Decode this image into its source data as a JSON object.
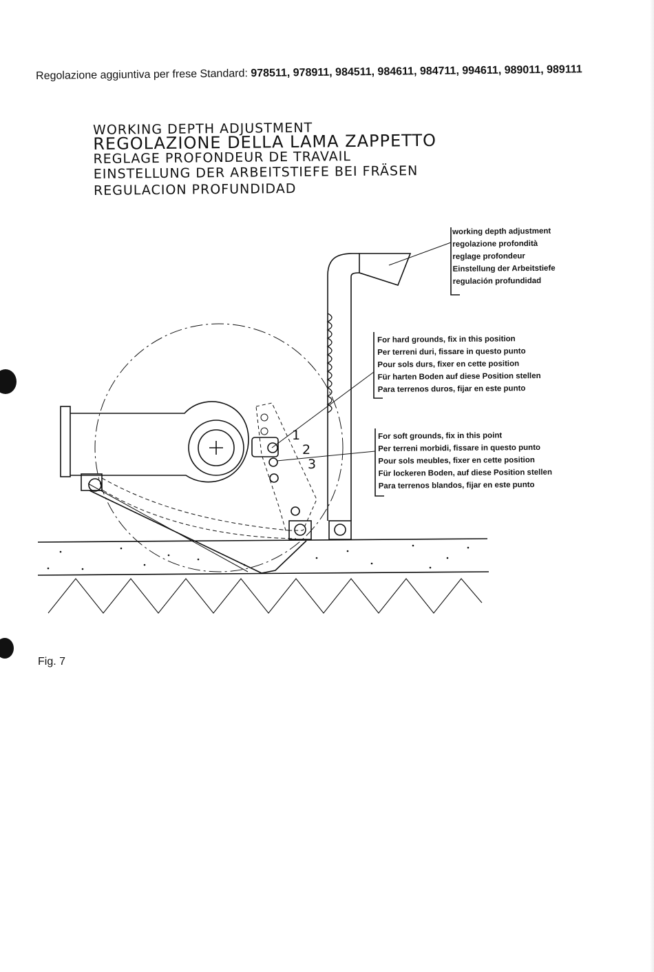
{
  "header": {
    "prefix": "Regolazione aggiuntiva per frese Standard:",
    "models": "978511, 978911, 984511, 984611, 984711, 994611, 989011, 989111"
  },
  "titles": [
    "WORKING DEPTH ADJUSTMENT",
    "REGOLAZIONE DELLA LAMA ZAPPETTO",
    "REGLAGE PROFONDEUR DE TRAVAIL",
    "EINSTELLUNG DER ARBEITSTIEFE BEI FRÄSEN",
    "REGULACION PROFUNDIDAD"
  ],
  "labels": {
    "handle": [
      "working depth adjustment",
      "regolazione profondità",
      "reglage profondeur",
      "Einstellung der Arbeitstiefe",
      "regulación profundidad"
    ],
    "hard": [
      "For hard grounds, fix in this position",
      "Per terreni duri, fissare in questo punto",
      "Pour sols durs, fixer en cette position",
      "Für harten Boden auf diese Position stellen",
      "Para terrenos duros, fijar en este punto"
    ],
    "soft": [
      "For soft grounds, fix in this point",
      "Per terreni morbidi, fissare in questo punto",
      "Pour sols meubles, fixer en cette position",
      "Für lockeren Boden, auf diese Position stellen",
      "Para terrenos blandos, fijar en este punto"
    ]
  },
  "positions": [
    "1",
    "2",
    "3"
  ],
  "figure_caption": "Fig. 7"
}
